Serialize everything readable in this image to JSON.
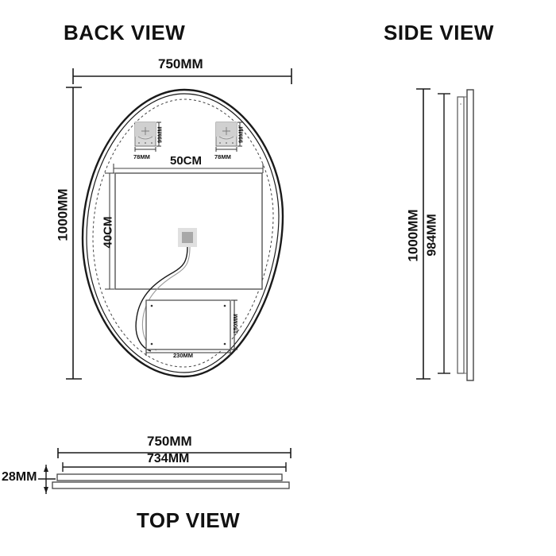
{
  "drawing": {
    "title_back": "BACK VIEW",
    "title_side": "SIDE VIEW",
    "title_top": "TOP VIEW"
  },
  "back_view": {
    "width_label": "750MM",
    "height_label": "1000MM",
    "panel_width_label": "50CM",
    "panel_height_label": "40CM",
    "demister_left_width": "78MM",
    "demister_left_height": "99MM",
    "demister_right_width": "78MM",
    "demister_right_height": "99MM",
    "driverbox_width": "230MM",
    "driverbox_height": "150MM"
  },
  "side_view": {
    "outer_height_label": "1000MM",
    "inner_height_label": "984MM"
  },
  "top_view": {
    "outer_width_label": "750MM",
    "inner_width_label": "734MM",
    "thickness_label": "28MM"
  },
  "style": {
    "line_color": "#1a1a1a",
    "thin_line_color": "#555555",
    "fill_light": "#d9d9d9",
    "fill_mid": "#a8a8a8",
    "background": "#ffffff"
  }
}
